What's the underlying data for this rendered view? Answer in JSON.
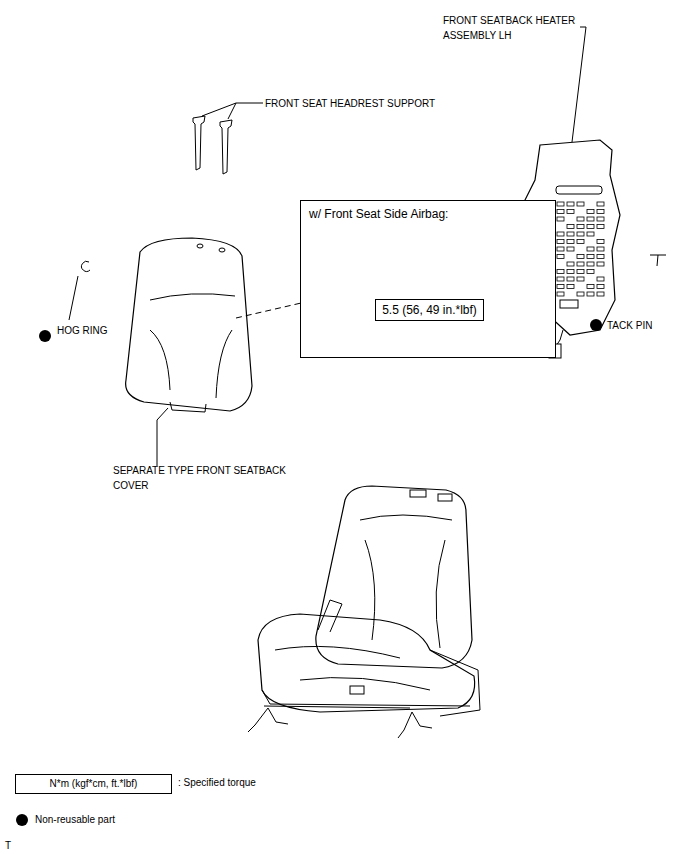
{
  "diagram": {
    "nodes": [
      {
        "text": [
          "w/ Front Seat Side Airbag:"
        ]
      },
      {
        "text": [
          "5.5 (56, 49 in.*lbf)"
        ],
        "in": 0
      },
      {
        "text": [
          "N*m (kgf*cm, ft.*lbf)"
        ]
      }
    ],
    "edges": [],
    "labels": [
      "FRONT SEATBACK HEATER ASSEMBLY LH",
      "FRONT SEAT HEADREST SUPPORT",
      "HOG RING",
      "TACK PIN",
      "SEPARATE TYPE FRONT SEATBACK COVER",
      ": Specified torque",
      "T"
    ],
    "legend": [
      {
        "text": "Non-reusable part"
      }
    ]
  }
}
